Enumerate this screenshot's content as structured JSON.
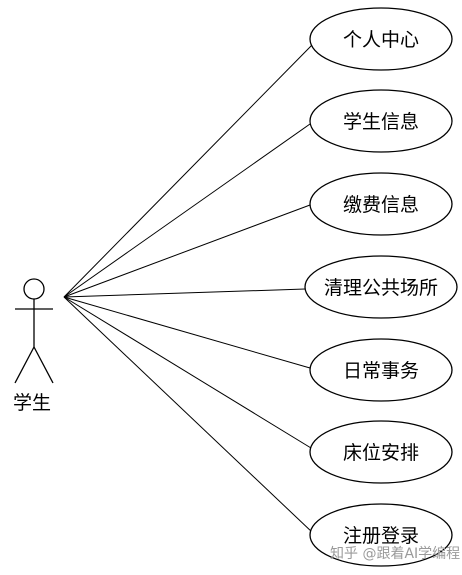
{
  "actor": {
    "label": "学生"
  },
  "use_cases": [
    {
      "label": "个人中心"
    },
    {
      "label": "学生信息"
    },
    {
      "label": "缴费信息"
    },
    {
      "label": "清理公共场所"
    },
    {
      "label": "日常事务"
    },
    {
      "label": "床位安排"
    },
    {
      "label": "注册登录"
    }
  ],
  "watermark": {
    "text": "知乎 @跟着AI学编程"
  },
  "colors": {
    "stroke": "#000000",
    "background": "#ffffff",
    "watermark": "#9a9a9a"
  }
}
